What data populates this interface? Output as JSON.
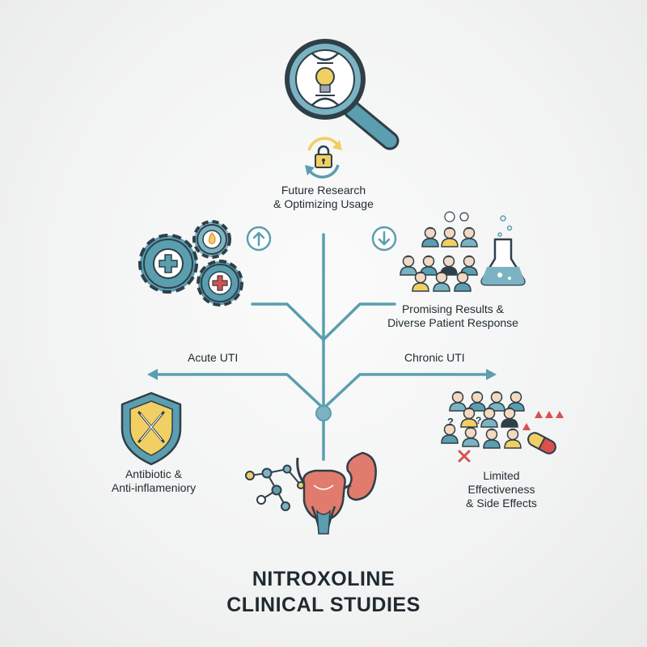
{
  "colors": {
    "teal": "#5a9eb0",
    "teal_fill": "#7bb3c2",
    "outline": "#2f3f48",
    "yellow": "#f2cf63",
    "red": "#d9504f",
    "kidney": "#e07b6e",
    "background": "#f2f3f3"
  },
  "nodes": {
    "top": {
      "line1": "Future Research",
      "line2": "& Optimizing Usage"
    },
    "upper_right": {
      "line1": "Promising Results &",
      "line2": "Diverse Patient Response"
    },
    "branch_left": {
      "label": "Acute UTI"
    },
    "branch_right": {
      "label": "Chronic UTI"
    },
    "lower_left": {
      "line1": "Antibiotic &",
      "line2": "Anti-inflameniory"
    },
    "lower_right": {
      "line1": "Limited",
      "line2": "Effectiveness",
      "line3": "& Side Effects"
    }
  },
  "title": {
    "line1": "NITROXOLINE",
    "line2": "CLINICAL STUDIES"
  },
  "icons": {
    "magnifier": "magnifier-dna-bulb-icon",
    "lock_cycle": "lock-cycle-icon",
    "gears": "gears-icon",
    "arrow_up": "arrow-up-circle-icon",
    "arrow_down": "arrow-down-circle-icon",
    "patients": "patient-group-icon",
    "flask": "flask-icon",
    "shield": "shield-swords-icon",
    "molecule": "molecule-icon",
    "urinary": "urinary-system-icon",
    "patients_side_effects": "patients-side-effects-icon",
    "pill": "pill-icon"
  }
}
